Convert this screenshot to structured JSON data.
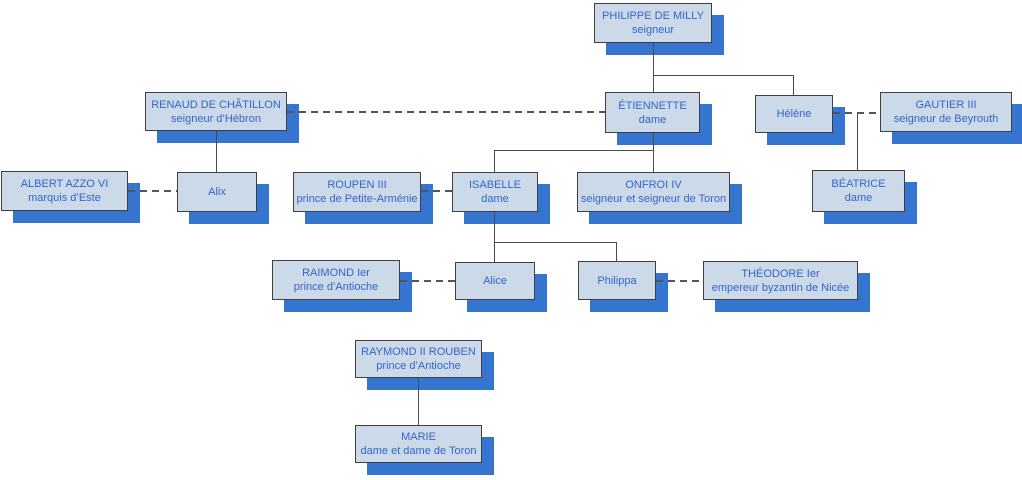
{
  "diagram": {
    "type": "family-tree",
    "colors": {
      "background": "#ffffff",
      "node_fill": "#ccd9e8",
      "node_border": "#3f3f3f",
      "node_shadow": "#3575d0",
      "text": "#3366cc",
      "solid_line": "#4a4a4a",
      "dashed_line": "#555555"
    },
    "nodes": {
      "philippe_de_milly": {
        "name": "PHILIPPE DE MILLY",
        "title": "seigneur"
      },
      "renaud_de_chatillon": {
        "name": "RENAUD DE CHÂTILLON",
        "title": "seigneur d’Hébron"
      },
      "etiennette": {
        "name": "ÉTIENNETTE",
        "title": "dame"
      },
      "helene": {
        "name": "Hélène"
      },
      "gautier_iii": {
        "name": "GAUTIER III",
        "title": "seigneur de Beyrouth"
      },
      "albert_azzo_vi": {
        "name": "ALBERT AZZO VI",
        "title": "marquis d’Este"
      },
      "alix": {
        "name": "Alix"
      },
      "roupen_iii": {
        "name": "ROUPEN III",
        "title": "prince de Petite-Arménie"
      },
      "isabelle": {
        "name": "ISABELLE",
        "title": "dame"
      },
      "onfroi_iv": {
        "name": "ONFROI IV",
        "title": "seigneur et seigneur de Toron"
      },
      "beatrice": {
        "name": "BÉATRICE",
        "title": "dame"
      },
      "raimond_ier": {
        "name": "RAIMOND Ier",
        "title": "prince d’Antioche"
      },
      "alice": {
        "name": "Alice"
      },
      "philippa": {
        "name": "Philippa"
      },
      "theodore_ier": {
        "name": "THÉODORE Ier",
        "title": "empereur byzantin de Nicée"
      },
      "raymond_ii_rouben": {
        "name": "RAYMOND II ROUBEN",
        "title": "prince d’Antioche"
      },
      "marie": {
        "name": "MARIE",
        "title": "dame et dame de Toron"
      }
    },
    "relationships": {
      "marriages": [
        {
          "between": [
            "RENAUD DE CHÂTILLON",
            "ÉTIENNETTE"
          ]
        },
        {
          "between": [
            "Hélène",
            "GAUTIER III"
          ]
        },
        {
          "between": [
            "ALBERT AZZO VI",
            "Alix"
          ]
        },
        {
          "between": [
            "ROUPEN III",
            "ISABELLE"
          ]
        },
        {
          "between": [
            "RAIMOND Ier",
            "Alice"
          ]
        },
        {
          "between": [
            "Philippa",
            "THÉODORE Ier"
          ]
        }
      ],
      "descents": [
        {
          "parent": "PHILIPPE DE MILLY",
          "children": [
            "ÉTIENNETTE",
            "Hélène"
          ]
        },
        {
          "parent": "RENAUD DE CHÂTILLON",
          "children": [
            "Alix"
          ]
        },
        {
          "parent": "Hélène + GAUTIER III",
          "children": [
            "BÉATRICE"
          ]
        },
        {
          "parent": "ÉTIENNETTE",
          "children": [
            "ISABELLE",
            "ONFROI IV"
          ]
        },
        {
          "parent": "ISABELLE",
          "children": [
            "Alice",
            "Philippa"
          ]
        },
        {
          "parent": "RAYMOND II ROUBEN",
          "children": [
            "MARIE"
          ]
        }
      ]
    }
  }
}
